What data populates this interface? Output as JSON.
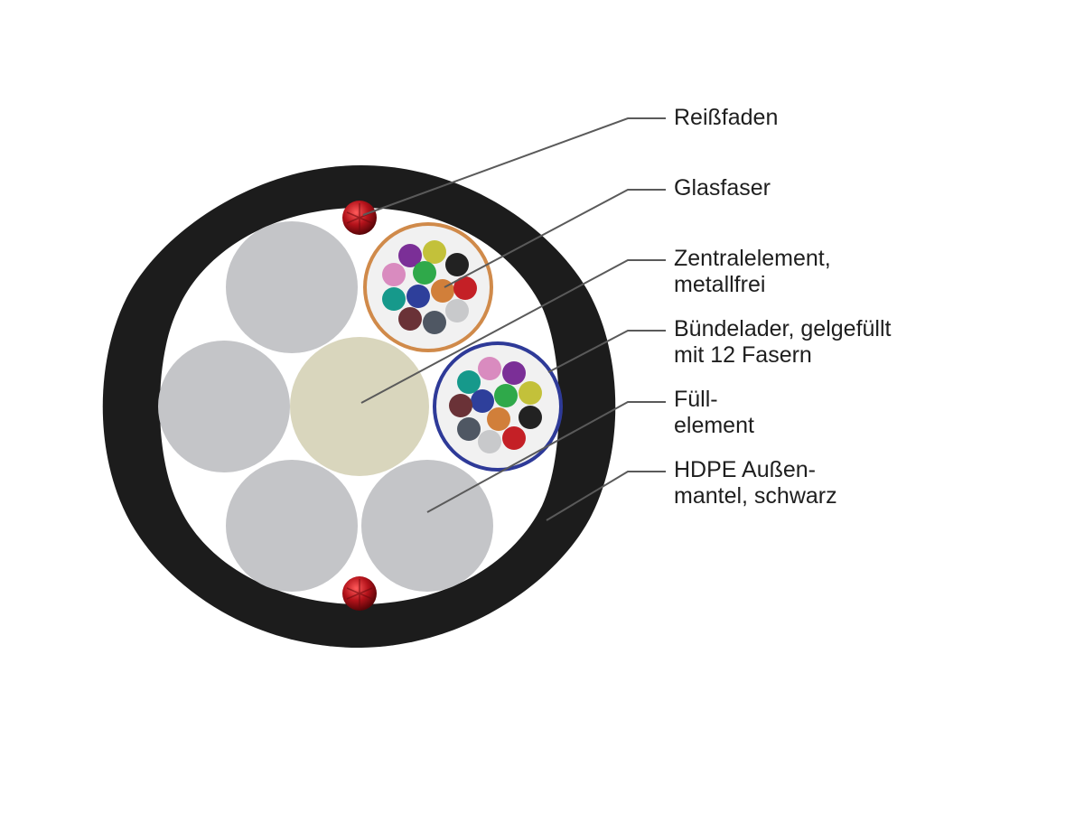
{
  "labels": {
    "ripcord": {
      "lines": [
        "Reißfaden"
      ]
    },
    "fiber": {
      "lines": [
        "Glasfaser"
      ]
    },
    "central_member": {
      "lines": [
        "Zentralelement,",
        "metallfrei"
      ]
    },
    "loose_tube": {
      "lines": [
        "Bündelader, gelgefüllt",
        "mit 12 Fasern"
      ]
    },
    "filler": {
      "lines": [
        "Füll-",
        "element"
      ]
    },
    "jacket": {
      "lines": [
        "HDPE Außen-",
        "mantel, schwarz"
      ]
    }
  },
  "colors": {
    "jacket": "#1c1c1c",
    "filler": "#c4c5c8",
    "central_member": "#d9d6bd",
    "ripcord": "#b3121a",
    "tube_orange": "#d08a4a",
    "tube_blue": "#2e3a98",
    "fiber_colors": [
      "#7b2f97",
      "#c3c13a",
      "#222222",
      "#d98bbf",
      "#2fa94a",
      "#d17f3a",
      "#c42026",
      "#16998b",
      "#2e3f9b",
      "#6a3237",
      "#4f5763",
      "#c8c9cb"
    ]
  }
}
